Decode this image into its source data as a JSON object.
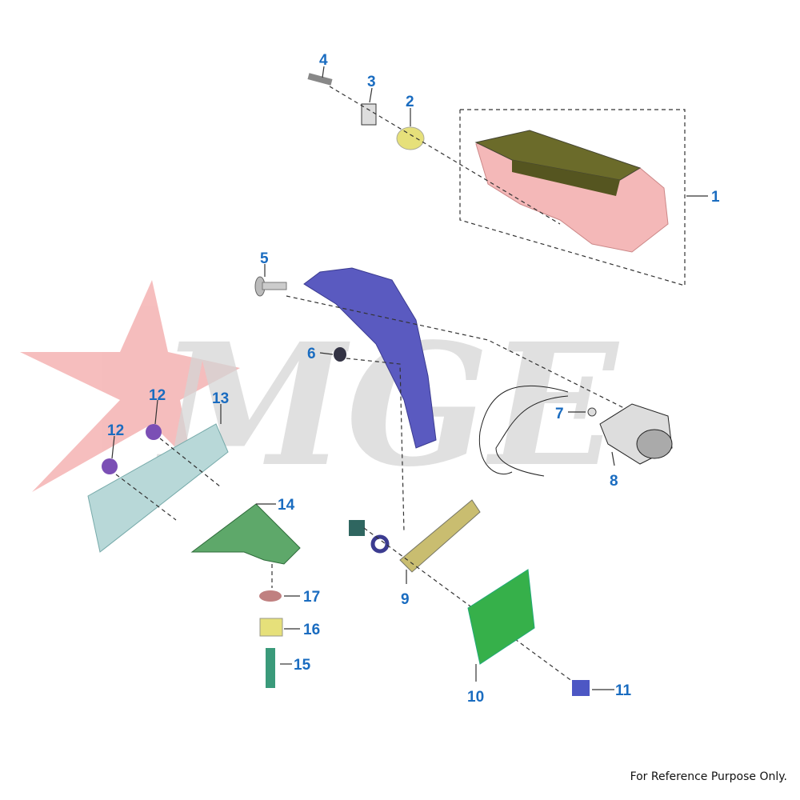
{
  "diagram": {
    "title": "Rear fender / tail light assembly",
    "watermark": "MGE",
    "label_color": "#1a6cc0",
    "callouts": [
      "1",
      "2",
      "3",
      "4",
      "5",
      "6",
      "7",
      "8",
      "9",
      "10",
      "11",
      "12",
      "12",
      "13",
      "14",
      "15",
      "16",
      "17"
    ]
  },
  "footer": {
    "note": "For Reference Purpose Only."
  }
}
